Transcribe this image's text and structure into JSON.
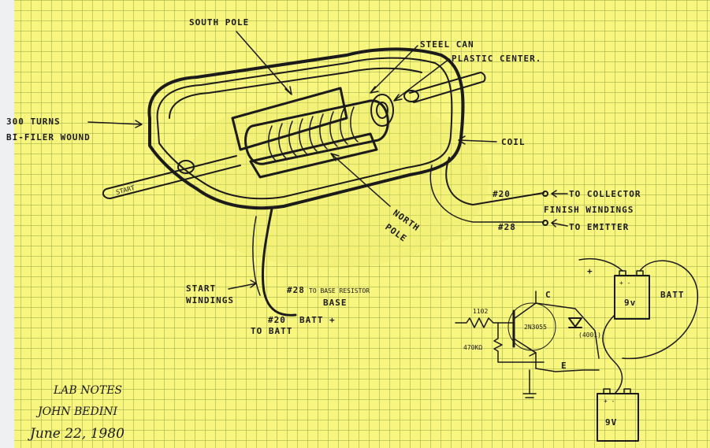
{
  "labels": {
    "south_pole": "SOUTH POLE",
    "steel_can": "STEEL CAN",
    "plastic_center": "PLASTIC CENTER.",
    "turns_1": "300 TURNS",
    "turns_2": "BI-FILER WOUND",
    "coil": "COIL",
    "start": "START",
    "north_pole_1": "NORTH",
    "north_pole_2": "POLE",
    "wire20_top": "#20",
    "to_collector": "TO COLLECTOR",
    "finish_windings": "FINISH WINDINGS",
    "wire28_top": "#28",
    "to_emitter": "TO EMITTER",
    "start_windings_1": "START",
    "start_windings_2": "WINDINGS",
    "wire28_bot": "#28",
    "to_base_resistor": "TO BASE RESISTOR",
    "base": "BASE",
    "wire20_bot": "#20",
    "to_batt": "TO BATT",
    "batt_plus": "BATT +"
  },
  "schematic": {
    "plus": "+",
    "batt_top": "BATT",
    "batt_top_volt": "9v",
    "batt_top_terms": "+ -",
    "c": "C",
    "e": "E",
    "resistor": "1102",
    "pot": "470KΩ",
    "transistor": "2N3055",
    "led": "(4001)",
    "batt_bot_terms": "+ -",
    "batt_bot_volt": "9V"
  },
  "signature": {
    "line1": "LAB NOTES",
    "line2": "JOHN BEDINI",
    "line3": "June 22, 1980"
  },
  "colors": {
    "paper": "#f9f680",
    "grid": "#96aa46",
    "ink": "#1b1b1b"
  }
}
